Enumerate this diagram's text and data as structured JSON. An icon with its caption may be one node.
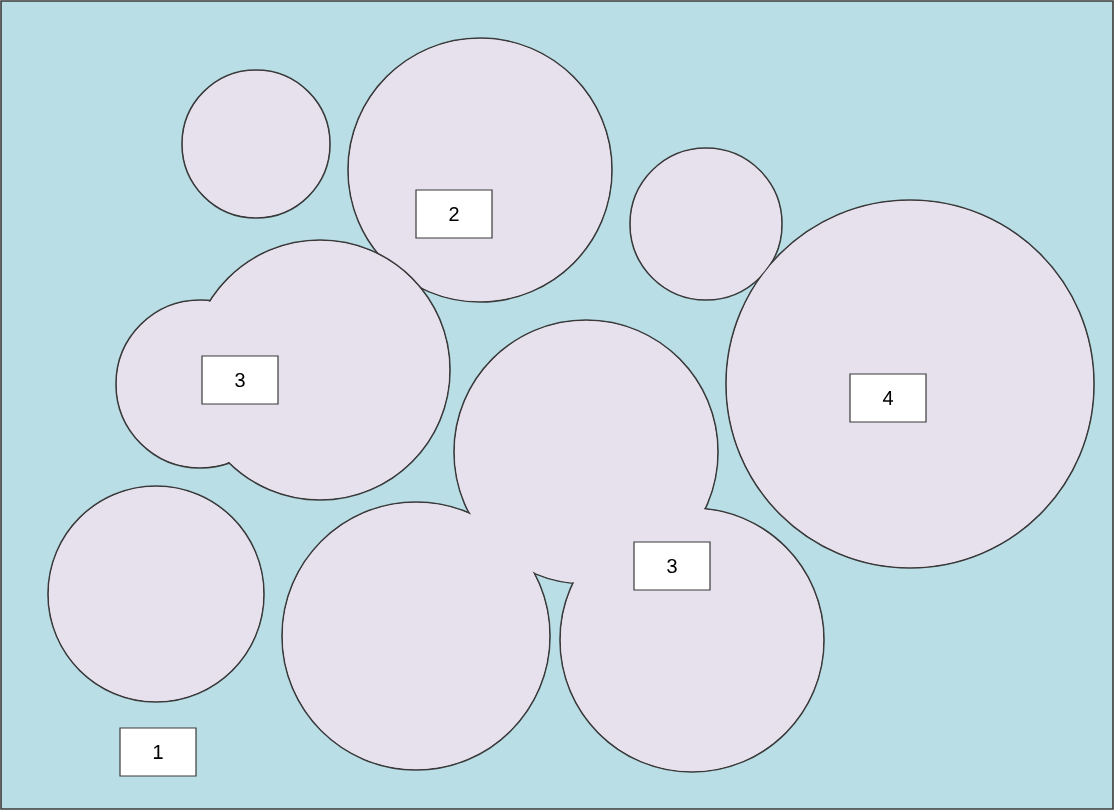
{
  "diagram": {
    "nodes": [
      {
        "text": [],
        "shape": "circle"
      },
      {
        "text": [
          "2"
        ]
      },
      {
        "text": [
          "4"
        ]
      },
      {
        "text": [
          "3"
        ]
      },
      {
        "text": [
          "3"
        ]
      },
      {
        "text": [
          "1"
        ]
      }
    ],
    "edges": []
  }
}
